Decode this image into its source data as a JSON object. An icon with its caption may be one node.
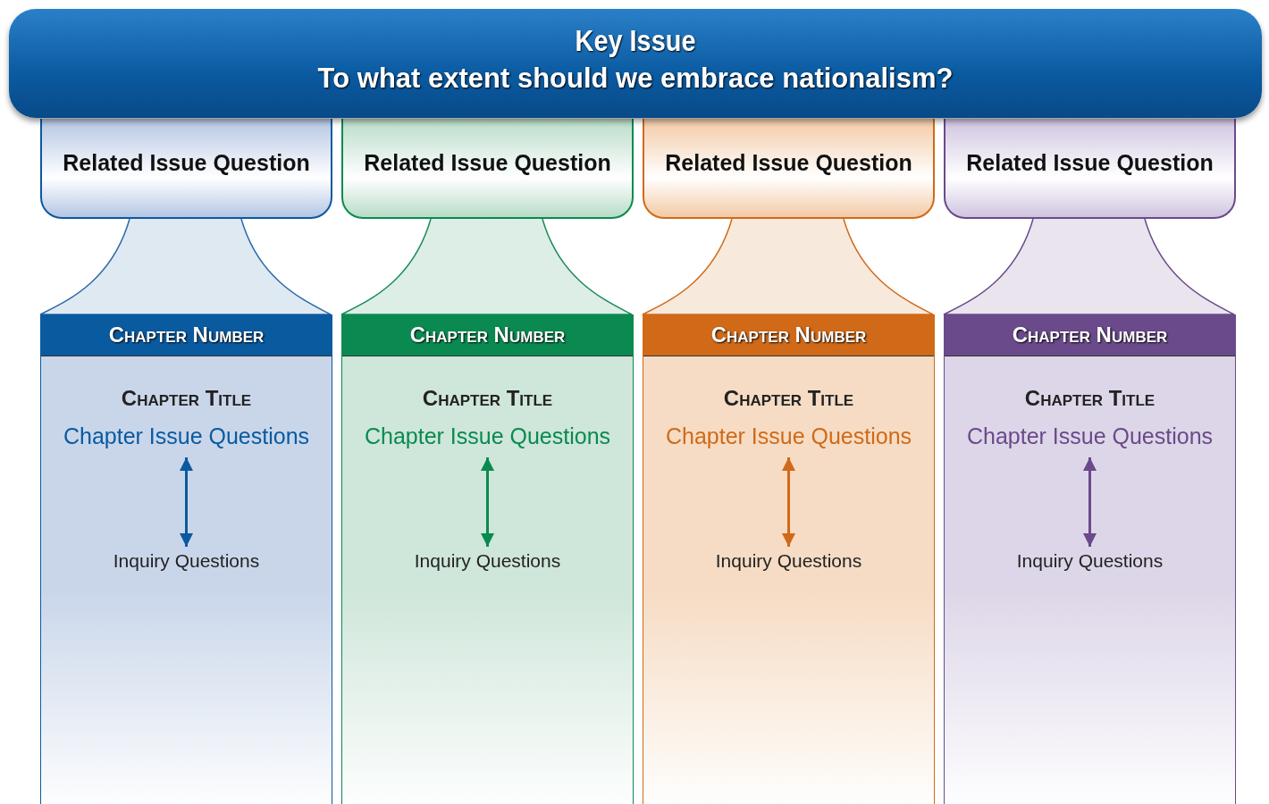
{
  "diagram": {
    "nodes": [
      {
        "text": [
          "Key Issue",
          "To what extent should we embrace nationalism?"
        ]
      },
      {
        "text": [
          "Related Issue Question"
        ]
      },
      {
        "text": [
          "Chapter Number",
          "Chapter Title"
        ]
      },
      {
        "text": [
          "Chapter Issue Questions"
        ],
        "in": 2
      },
      {
        "text": [
          "Inquiry Questions"
        ],
        "in": 2
      },
      {
        "text": [
          "Related Issue Question"
        ]
      },
      {
        "text": [
          "Chapter Number",
          "Chapter Title"
        ]
      },
      {
        "text": [
          "Chapter Issue Questions"
        ],
        "in": 6
      },
      {
        "text": [
          "Inquiry Questions"
        ],
        "in": 6
      },
      {
        "text": [
          "Related Issue Question"
        ]
      },
      {
        "text": [
          "Chapter Number",
          "Chapter Title"
        ]
      },
      {
        "text": [
          "Chapter Issue Questions"
        ],
        "in": 10
      },
      {
        "text": [
          "Inquiry Questions"
        ],
        "in": 10
      },
      {
        "text": [
          "Related Issue Question"
        ]
      },
      {
        "text": [
          "Chapter Number",
          "Chapter Title"
        ]
      },
      {
        "text": [
          "Chapter Issue Questions"
        ],
        "in": 14
      },
      {
        "text": [
          "Inquiry Questions"
        ],
        "in": 14
      }
    ],
    "edges": [
      {
        "from": 1,
        "to": 2,
        "arrow": "none",
        "color": "#2a6aa8"
      },
      {
        "from": 3,
        "to": 4,
        "arrow": "both",
        "color": "#0a5aa0"
      },
      {
        "from": 5,
        "to": 6,
        "arrow": "none",
        "color": "#1a8a5a"
      },
      {
        "from": 7,
        "to": 8,
        "arrow": "both",
        "color": "#0a8a50"
      },
      {
        "from": 9,
        "to": 10,
        "arrow": "none",
        "color": "#d06a18"
      },
      {
        "from": 11,
        "to": 12,
        "arrow": "both",
        "color": "#d06a18"
      },
      {
        "from": 13,
        "to": 14,
        "arrow": "none",
        "color": "#6a4a8a"
      },
      {
        "from": 15,
        "to": 16,
        "arrow": "both",
        "color": "#6a4a8a"
      }
    ]
  }
}
